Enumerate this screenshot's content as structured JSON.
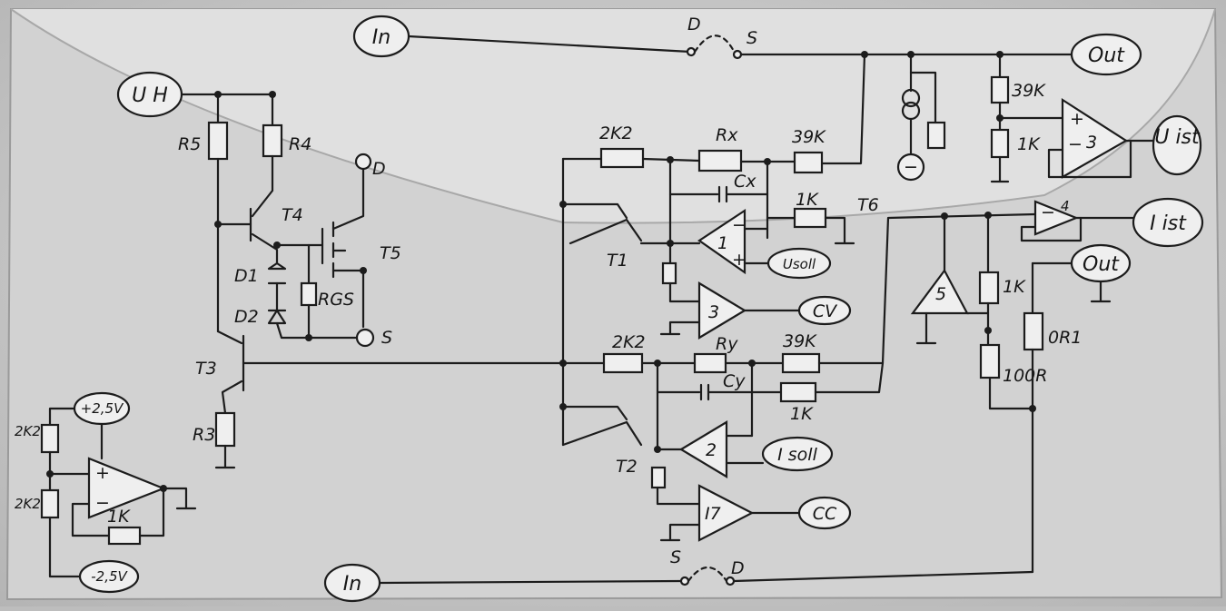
{
  "labels": {
    "in_top": "In",
    "in_bottom": "In",
    "out_top": "Out",
    "out_mid": "Out",
    "uh": "U H",
    "u_ist": "U ist",
    "i_ist": "I ist",
    "u_soll": "Usoll",
    "i_soll": "I soll",
    "cv": "CV",
    "cc": "CC",
    "plus25": "+2,5V",
    "minus25": "-2,5V",
    "d_top": "D",
    "s_top": "S",
    "s_bottom": "S",
    "d_bottom": "D",
    "d_mos": "D",
    "s_mos": "S",
    "r5": "R5",
    "r4": "R4",
    "r3": "R3",
    "rgs": "RGS",
    "t1": "T1",
    "t2": "T2",
    "t3": "T3",
    "t4": "T4",
    "t5": "T5",
    "t6": "T6",
    "d1": "D1",
    "d2": "D2",
    "r2k2_a": "2K2",
    "rx": "Rx",
    "r39k_a": "39K",
    "cx": "Cx",
    "r1k_a": "1K",
    "r2k2_b": "2K2",
    "ry": "Ry",
    "r39k_b": "39K",
    "cy": "Cy",
    "r1k_b": "1K",
    "r39k_c": "39K",
    "r1k_c": "1K",
    "r1k_d": "1K",
    "r100r": "100R",
    "r0r1": "0R1",
    "r2k2_c": "2K2",
    "r2k2_d": "2K2",
    "r1k_e": "1K",
    "op1": "1",
    "op2": "2",
    "op3": "3",
    "op4": "4",
    "op5": "5",
    "op_cv": "3",
    "op_cc": "I7",
    "plus": "+",
    "minus": "−",
    "source_minus": "−"
  }
}
